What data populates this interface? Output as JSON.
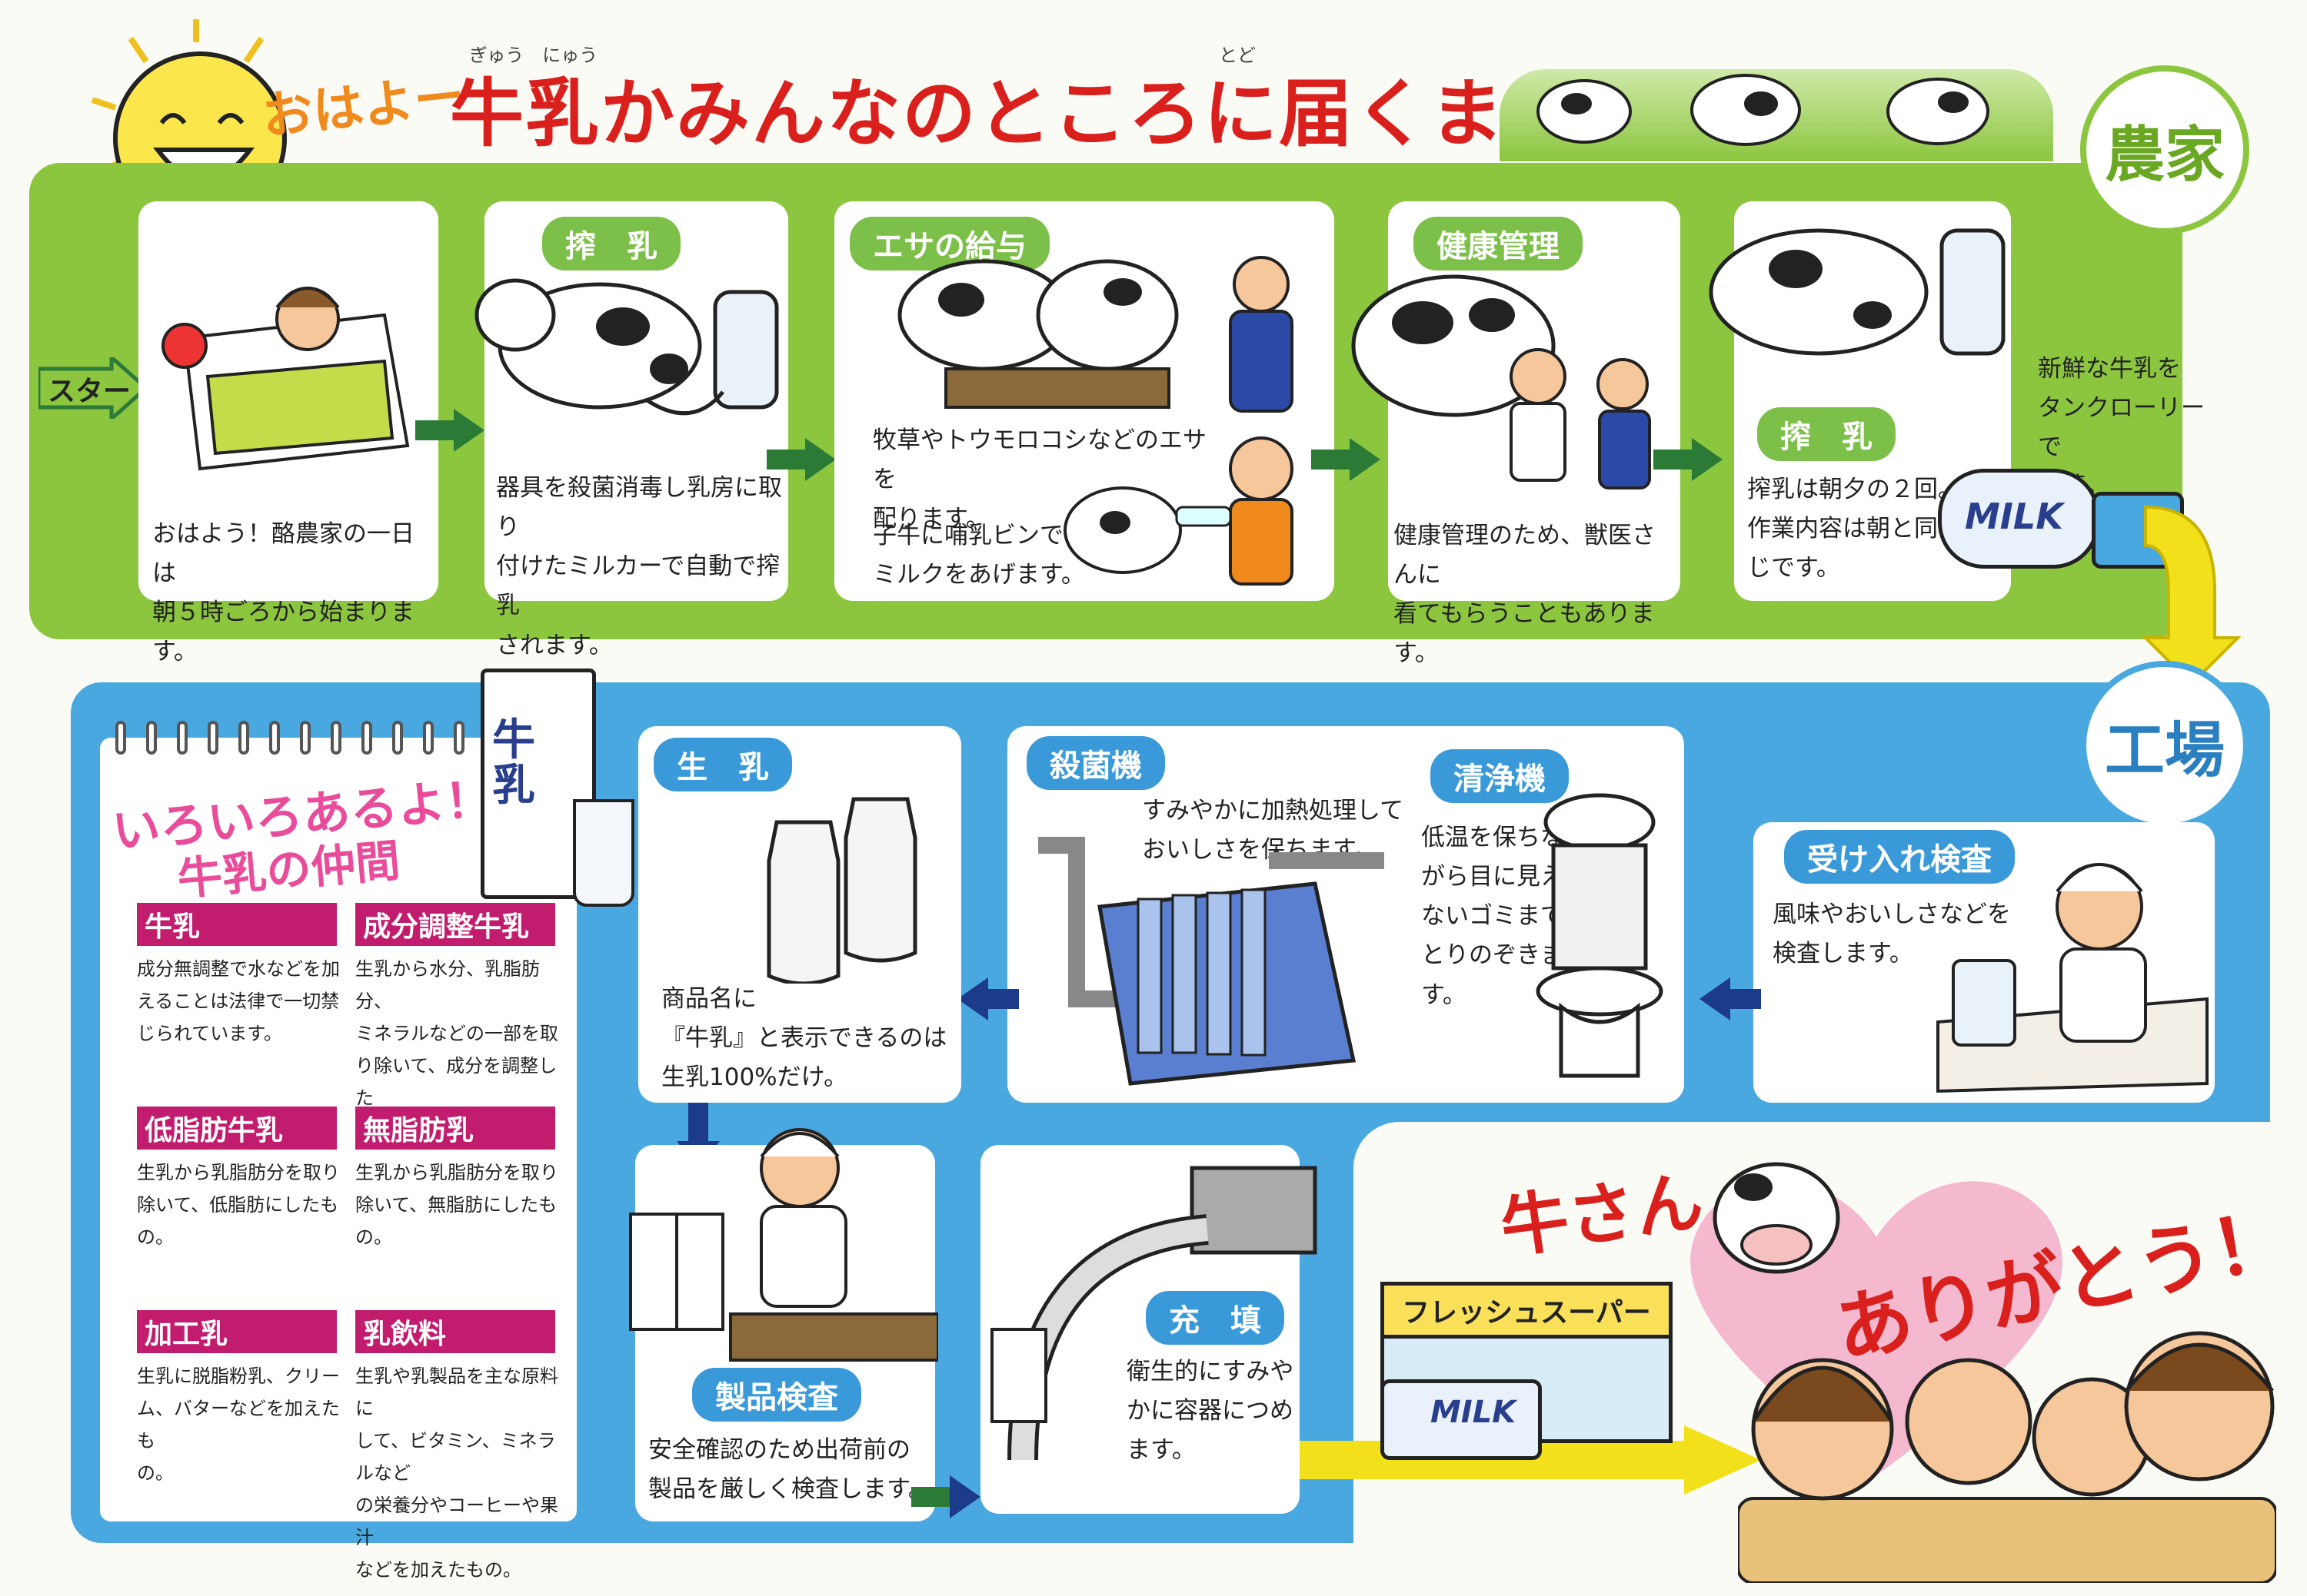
{
  "header": {
    "greeting": "おはよー",
    "title": "牛乳かみんなのところに届くまで",
    "ruby_title_1": "ぎゅう　にゅう",
    "ruby_title_2": "とど"
  },
  "sections": {
    "farm_label": "農家",
    "factory_label": "工場"
  },
  "start_label": "スタート",
  "farm_steps": [
    {
      "tag": "",
      "text": "おはよう！酪農家の一日は\n朝５時ごろから始まります。"
    },
    {
      "tag": "搾　乳",
      "text": "器具を殺菌消毒し乳房に取り\n付けたミルカーで自動で搾乳\nされます。"
    },
    {
      "tag": "エサの給与",
      "text": "牧草やトウモロコシなどのエサを\n配ります。",
      "text2": "子牛に哺乳ビンで\nミルクをあげます。"
    },
    {
      "tag": "健康管理",
      "text": "健康管理のため、獣医さんに\n看てもらうこともあります。"
    },
    {
      "tag": "搾　乳",
      "text": "搾乳は朝夕の２回。\n作業内容は朝と同\nじです。"
    }
  ],
  "shipment_text": "新鮮な牛乳を\nタンクローリーで\n出荷。",
  "truck_label": "MILK",
  "factory_steps": {
    "reception": {
      "tag": "受け入れ検査",
      "text": "風味やおいしさなどを\n検査します。"
    },
    "clarifier": {
      "tag": "清浄機",
      "text": "低温を保ちな\nがら目に見え\nないゴミまで\nとりのぞきま\nす。"
    },
    "sterilizer": {
      "tag": "殺菌機",
      "text": "すみやかに加熱処理して\nおいしさを保ちます。"
    },
    "raw_milk": {
      "tag": "生　乳",
      "text": "商品名に\n『牛乳』と表示できるのは\n生乳100%だけ。"
    },
    "inspection": {
      "tag": "製品検査",
      "text": "安全確認のため出荷前の\n製品を厳しく検査します。"
    },
    "filling": {
      "tag": "充　填",
      "text": "衛生的にすみや\nかに容器につめ\nます。"
    }
  },
  "notebook": {
    "title_line1": "いろいろあるよ！",
    "title_line2": "牛乳の仲間",
    "carton_label": "牛乳",
    "items": [
      {
        "name": "牛乳",
        "text": "成分無調整で水などを加\nえることは法律で一切禁\nじられています。"
      },
      {
        "name": "成分調整牛乳",
        "text": "生乳から水分、乳脂肪分、\nミネラルなどの一部を取\nり除いて、成分を調整した\nもの。"
      },
      {
        "name": "低脂肪牛乳",
        "text": "生乳から乳脂肪分を取り\n除いて、低脂肪にしたも\nの。"
      },
      {
        "name": "無脂肪乳",
        "text": "生乳から乳脂肪分を取り\n除いて、無脂肪にしたも\nの。"
      },
      {
        "name": "加工乳",
        "text": "生乳に脱脂粉乳、クリー\nム、バターなどを加えたも\nの。"
      },
      {
        "name": "乳飲料",
        "text": "生乳や乳製品を主な原料に\nして、ビタミン、ミネラルなど\nの栄養分やコーヒーや果汁\nなどを加えたもの。"
      }
    ]
  },
  "store_sign": "フレッシュスーパー",
  "delivery_truck_label": "MILK",
  "thanks": {
    "part1": "牛さん",
    "part2": "ありがとう！"
  },
  "colors": {
    "farm_green": "#8cc63f",
    "factory_blue": "#49a8df",
    "title_red": "#d9201c",
    "nb_magenta": "#c21c6e"
  }
}
